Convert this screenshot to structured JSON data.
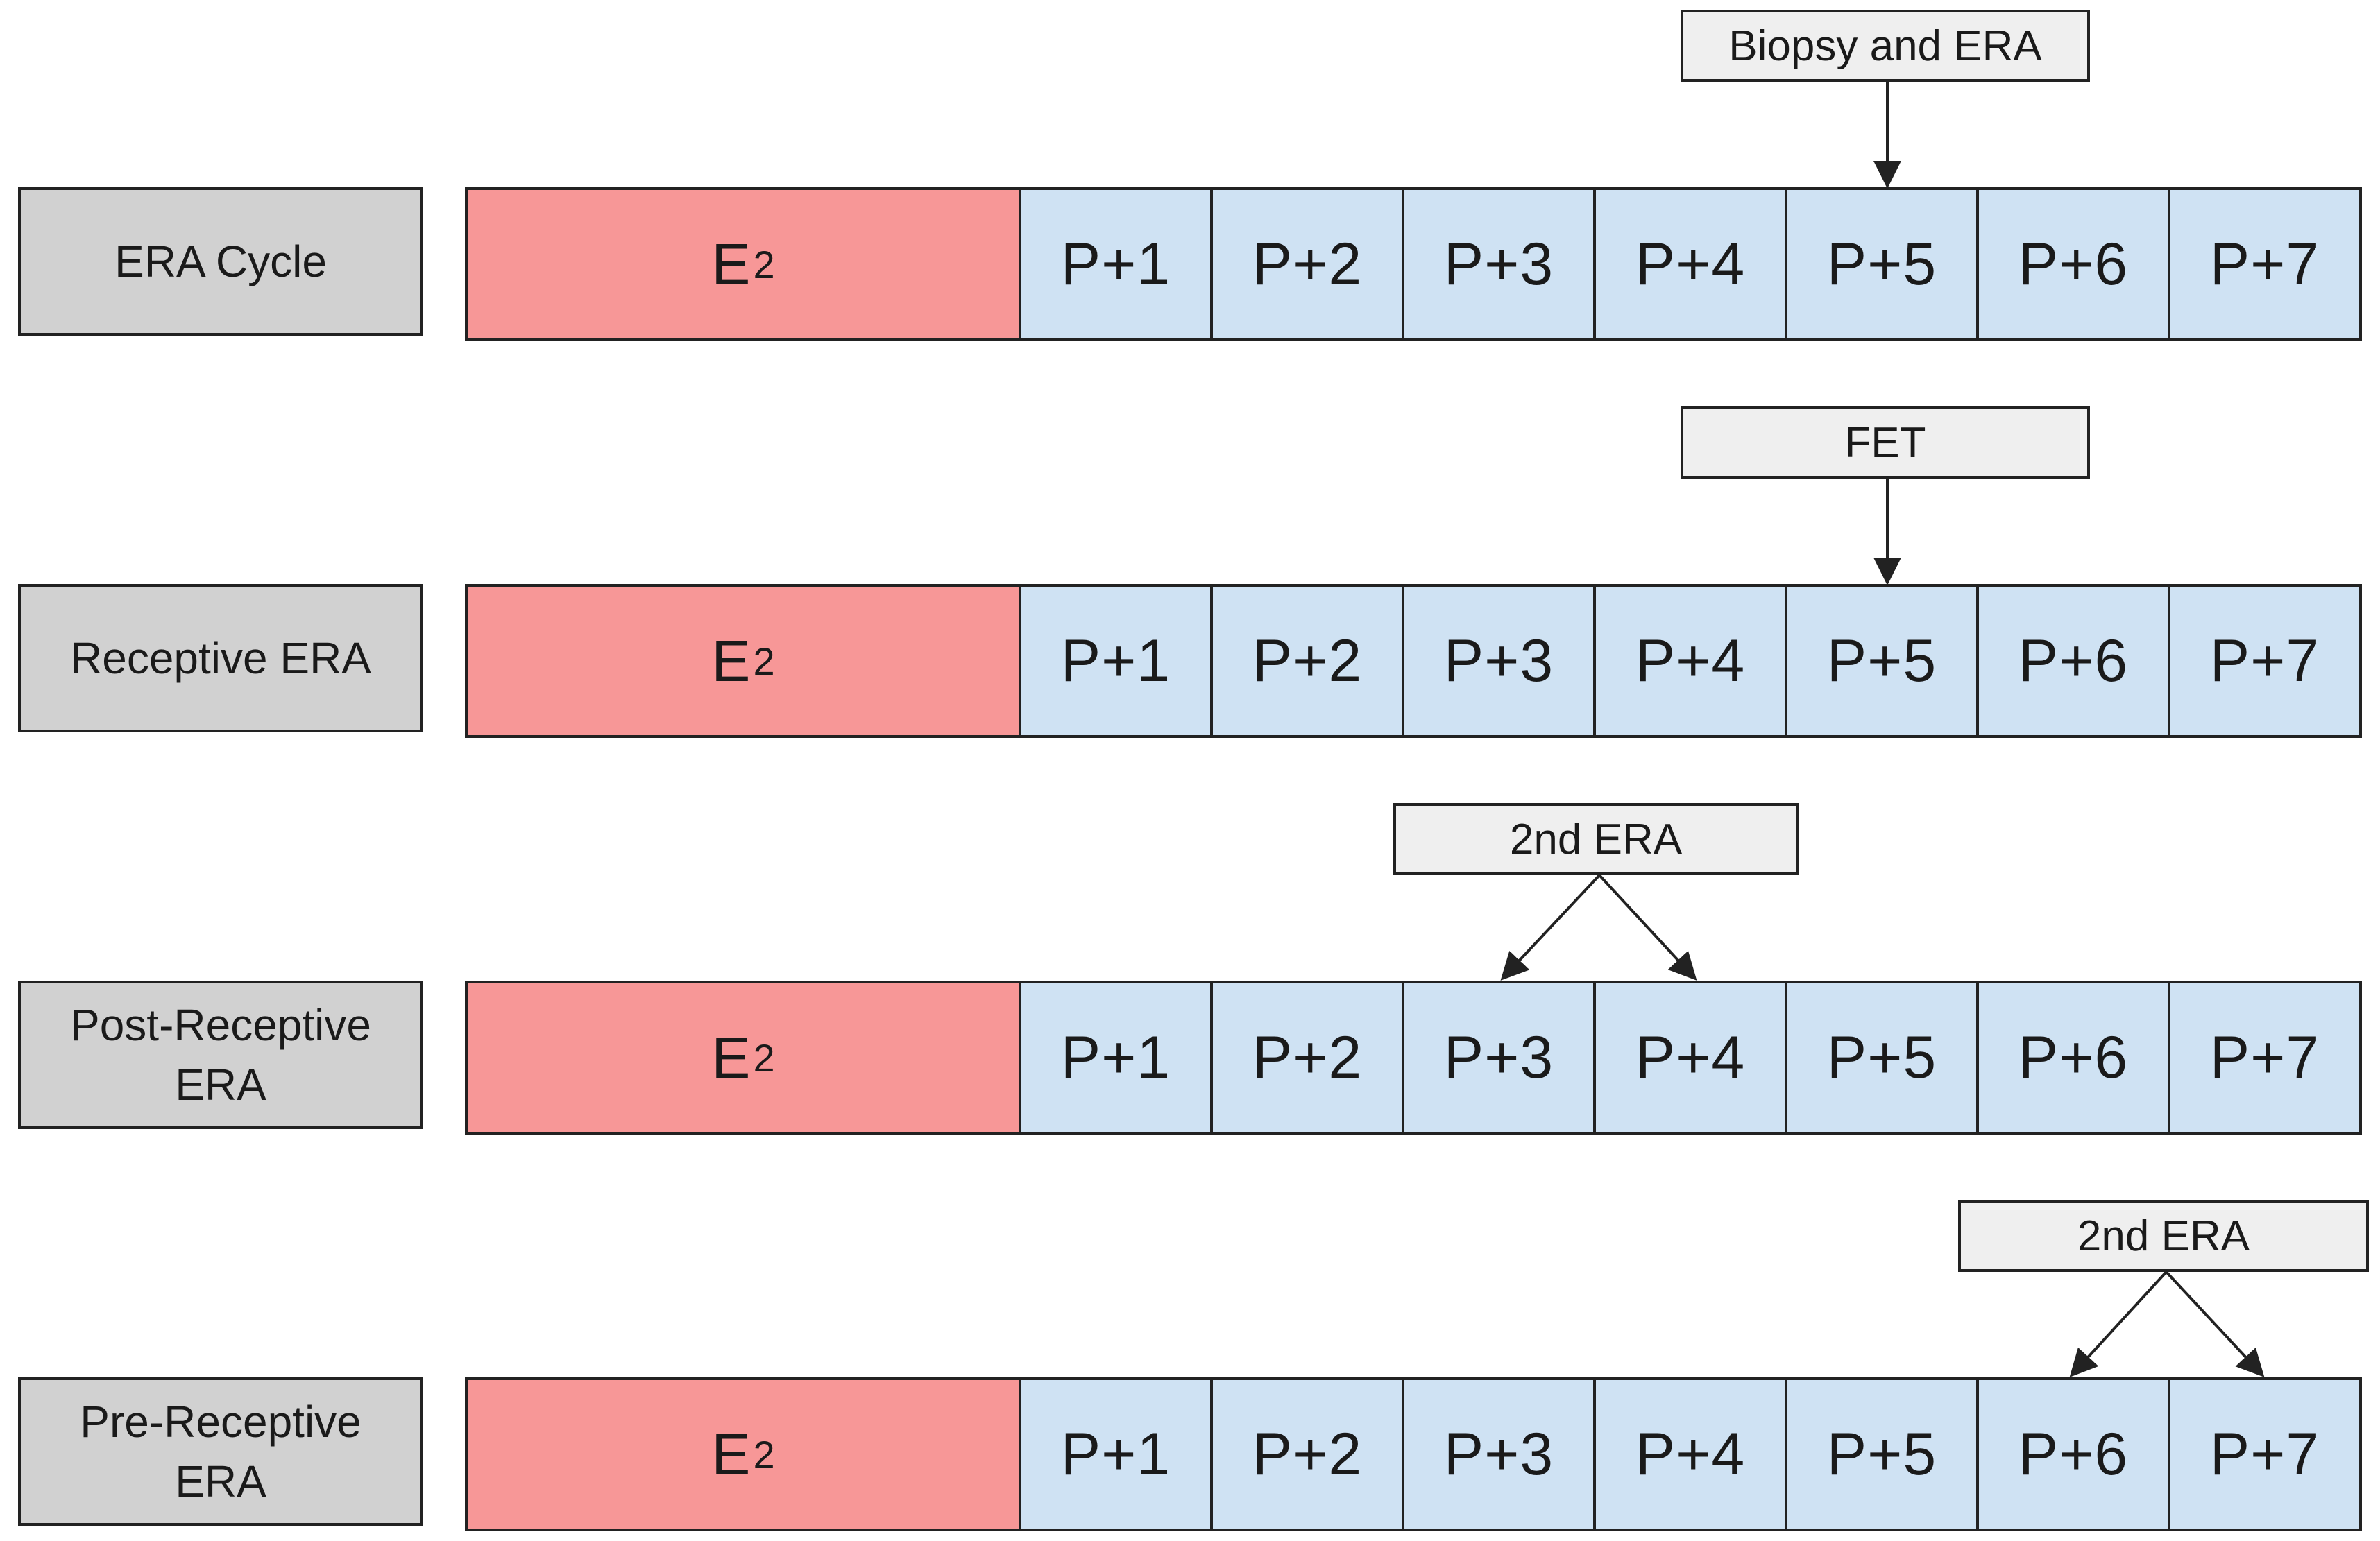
{
  "rows": [
    {
      "label": "ERA Cycle",
      "e2": {
        "base": "E",
        "sub": "2"
      },
      "days": [
        "P+1",
        "P+2",
        "P+3",
        "P+4",
        "P+5",
        "P+6",
        "P+7"
      ],
      "callout": {
        "text": "Biopsy and ERA",
        "targets": [
          "P+5"
        ]
      }
    },
    {
      "label": "Receptive ERA",
      "e2": {
        "base": "E",
        "sub": "2"
      },
      "days": [
        "P+1",
        "P+2",
        "P+3",
        "P+4",
        "P+5",
        "P+6",
        "P+7"
      ],
      "callout": {
        "text": "FET",
        "targets": [
          "P+5"
        ]
      }
    },
    {
      "label": "Post-Receptive\nERA",
      "e2": {
        "base": "E",
        "sub": "2"
      },
      "days": [
        "P+1",
        "P+2",
        "P+3",
        "P+4",
        "P+5",
        "P+6",
        "P+7"
      ],
      "callout": {
        "text": "2nd ERA",
        "targets": [
          "P+3",
          "P+4"
        ]
      }
    },
    {
      "label": "Pre-Receptive\nERA",
      "e2": {
        "base": "E",
        "sub": "2"
      },
      "days": [
        "P+1",
        "P+2",
        "P+3",
        "P+4",
        "P+5",
        "P+6",
        "P+7"
      ],
      "callout": {
        "text": "2nd ERA",
        "targets": [
          "P+6",
          "P+7"
        ]
      }
    }
  ],
  "colors": {
    "label_fill": "#d1d1d1",
    "e2_fill": "#f79797",
    "day_fill": "#cfe2f3",
    "callout_fill": "#efefef",
    "stroke": "#222222"
  }
}
